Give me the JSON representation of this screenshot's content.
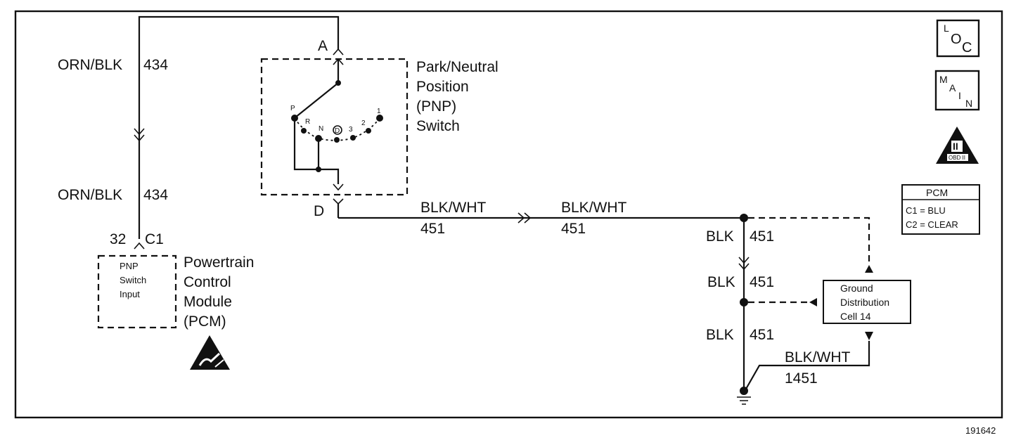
{
  "wires": {
    "orn_blk_top_color": "ORN/BLK",
    "orn_blk_top_circuit": "434",
    "orn_blk_bottom_color": "ORN/BLK",
    "orn_blk_bottom_circuit": "434",
    "blk_wht_1_color": "BLK/WHT",
    "blk_wht_1_circuit": "451",
    "blk_wht_2_color": "BLK/WHT",
    "blk_wht_2_circuit": "451",
    "blk_1_color": "BLK",
    "blk_1_circuit": "451",
    "blk_2_color": "BLK",
    "blk_2_circuit": "451",
    "blk_3_color": "BLK",
    "blk_3_circuit": "451",
    "ground_color": "BLK/WHT",
    "ground_circuit": "1451"
  },
  "switch": {
    "name_line1": "Park/Neutral",
    "name_line2": "Position",
    "name_line3": "(PNP)",
    "name_line4": "Switch",
    "terminal_a": "A",
    "terminal_d": "D",
    "positions": [
      "P",
      "R",
      "N",
      "D",
      "3",
      "2",
      "1"
    ]
  },
  "pcm": {
    "pin": "32",
    "connector": "C1",
    "input_line1": "PNP",
    "input_line2": "Switch",
    "input_line3": "Input",
    "name_line1": "Powertrain",
    "name_line2": "Control",
    "name_line3": "Module",
    "name_line4": "(PCM)"
  },
  "ground_cell": {
    "line1": "Ground",
    "line2": "Distribution",
    "line3": "Cell 14"
  },
  "legend": {
    "loc_l": "L",
    "loc_o": "O",
    "loc_c": "C",
    "main_m": "M",
    "main_a": "A",
    "main_i": "I",
    "main_n": "N",
    "obd_roman": "II",
    "obd_label": "OBD II",
    "pcm_title": "PCM",
    "pcm_c1": "C1 = BLU",
    "pcm_c2": "C2 = CLEAR"
  },
  "figure_number": "191642"
}
